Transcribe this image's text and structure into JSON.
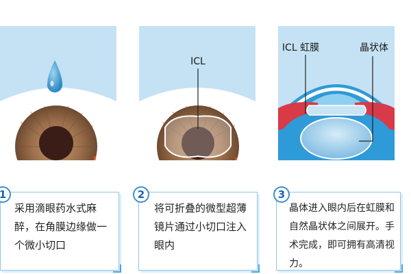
{
  "colors": {
    "panel_bg": "#c4e2f3",
    "iris": "#9b6f4b",
    "pupil": "#3a1d16",
    "accent_blue": "#1a63b5",
    "iris_red": "#d83a48"
  },
  "steps": [
    {
      "number": "1",
      "text": "采用滴眼药水式麻醉，在角膜边缘做一个微小切口"
    },
    {
      "number": "2",
      "label": "ICL",
      "text": "将可折叠的微型超薄镜片通过小切口注入眼内"
    },
    {
      "number": "3",
      "label_icl_iris": "ICL 虹膜",
      "label_lens": "晶状体",
      "text": "晶体进入眼内后在虹膜和自然晶状体之间展开。手术完成，即可拥有高清视力。"
    }
  ]
}
